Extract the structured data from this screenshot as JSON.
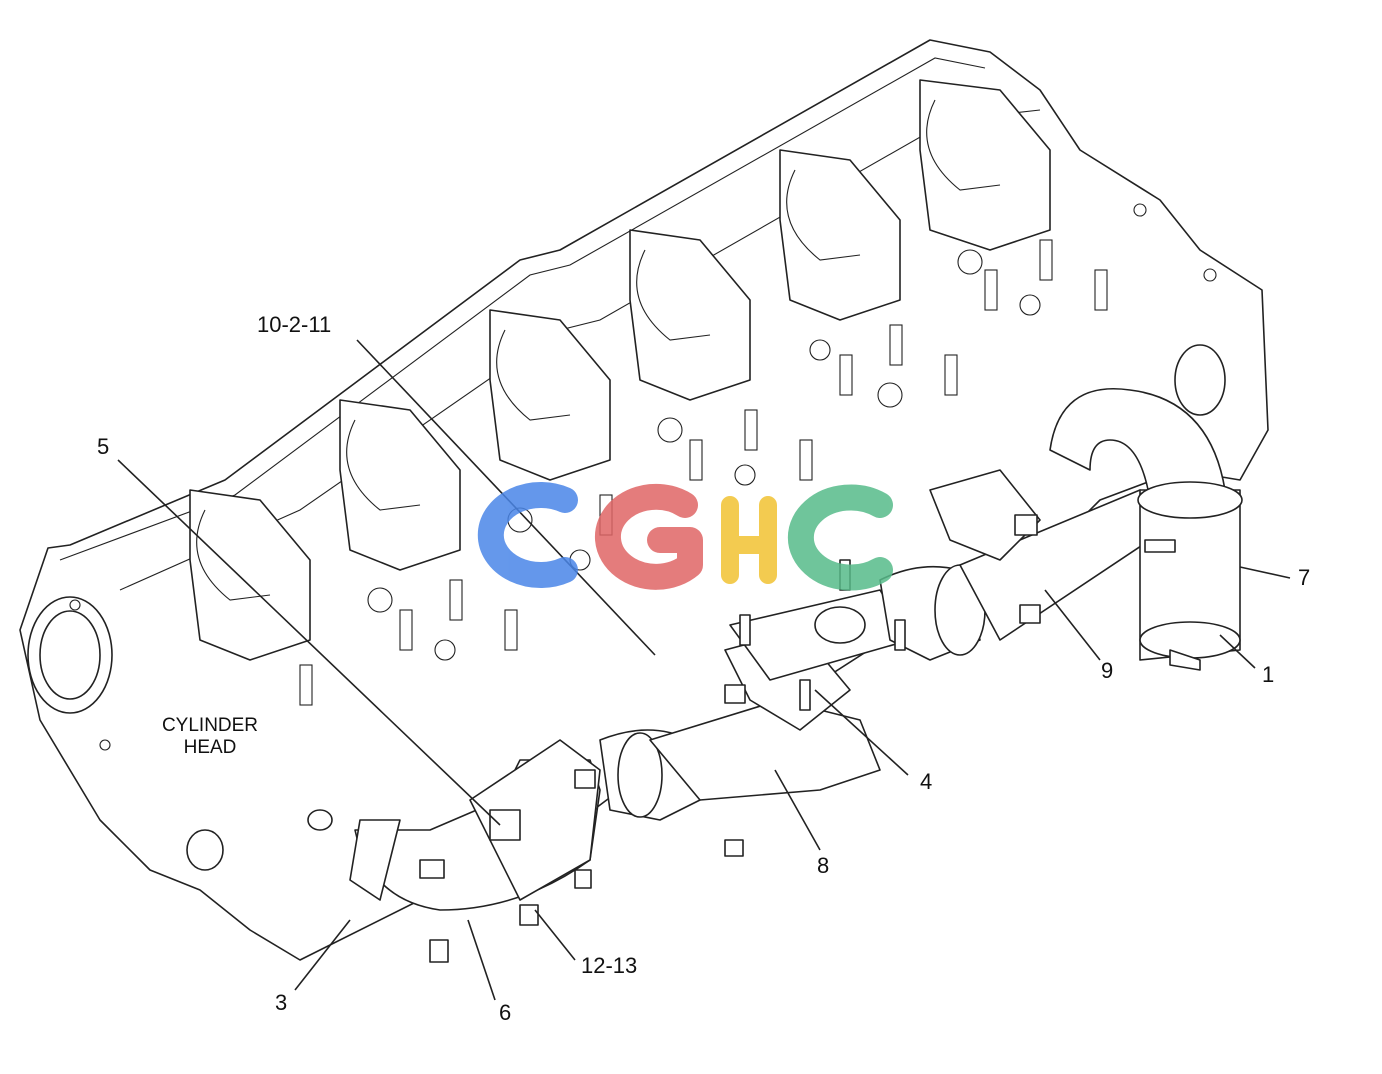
{
  "callouts": {
    "c10_2_11": "10-2-11",
    "c5": "5",
    "c7": "7",
    "c1": "1",
    "c9": "9",
    "c4": "4",
    "c8": "8",
    "c12_13": "12-13",
    "c3": "3",
    "c6": "6"
  },
  "cylinder_head": {
    "line1": "CYLINDER",
    "line2": "HEAD"
  },
  "watermark": {
    "text": "CGHC",
    "colors": {
      "c1": "#4a86e8",
      "g": "#e06666",
      "h": "#f1c232",
      "c2": "#57bb8a"
    }
  }
}
